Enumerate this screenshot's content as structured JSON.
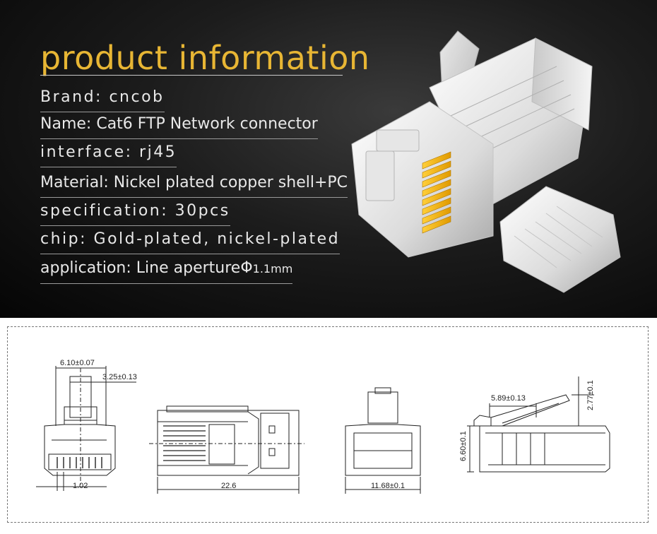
{
  "title": "product information",
  "specs": [
    {
      "label": "Brand:",
      "value": "cncob"
    },
    {
      "label": "Name:",
      "value": "Cat6 FTP Network connector"
    },
    {
      "label": "interface:",
      "value": "rj45"
    },
    {
      "label": "Material:",
      "value": "Nickel plated copper shell+PC"
    },
    {
      "label": "specification:",
      "value": "30pcs"
    },
    {
      "label": "chip:",
      "value": "Gold-plated, nickel-plated"
    },
    {
      "label": "application:",
      "value": "Line aperture",
      "symbol": "Φ",
      "size": "1.1mm"
    }
  ],
  "dimensions": {
    "top_width": "6.10±0.07",
    "latch_width": "3.25±0.13",
    "pin_pitch": "1.02",
    "length": "22.6",
    "body_width": "11.68±0.1",
    "latch_length": "5.89±0.13",
    "latch_height": "2.77±0.1",
    "body_height": "6.60±0.1"
  },
  "colors": {
    "accent": "#e8b634",
    "gold_pins": "#f2b400",
    "background_dark": "#0a0a0a"
  }
}
